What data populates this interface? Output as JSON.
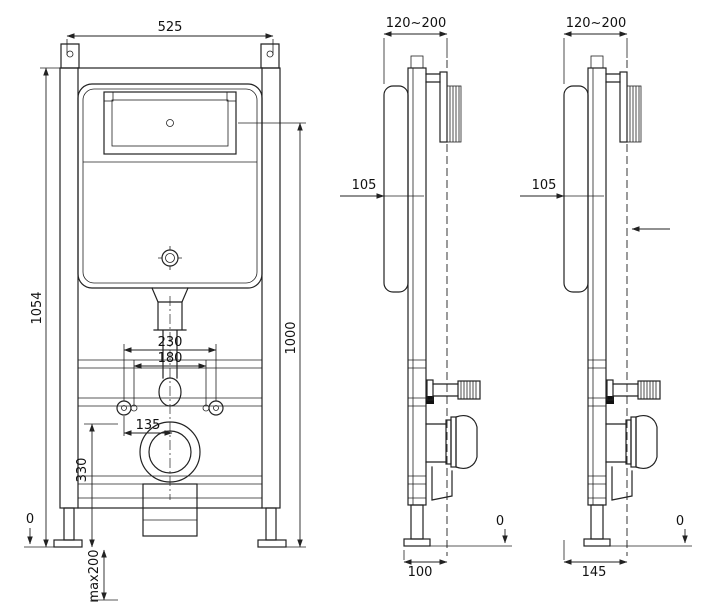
{
  "colors": {
    "line": "#222222",
    "text": "#111111",
    "background": "#ffffff"
  },
  "front_view": {
    "dim_width": "525",
    "dim_total_height": "1054",
    "dim_plate_height": "1000",
    "dim_fixing_span_outer": "230",
    "dim_fixing_span_inner": "180",
    "dim_135": "135",
    "dim_outlet_height": "330",
    "dim_floor_zero": "0",
    "dim_leg_adjust": "max200"
  },
  "side_view_left": {
    "dim_wall_distance": "120~200",
    "dim_105": "105",
    "dim_bottom": "100",
    "dim_floor_zero": "0"
  },
  "side_view_right": {
    "dim_wall_distance": "120~200",
    "dim_105": "105",
    "dim_bottom": "145",
    "dim_floor_zero": "0"
  }
}
